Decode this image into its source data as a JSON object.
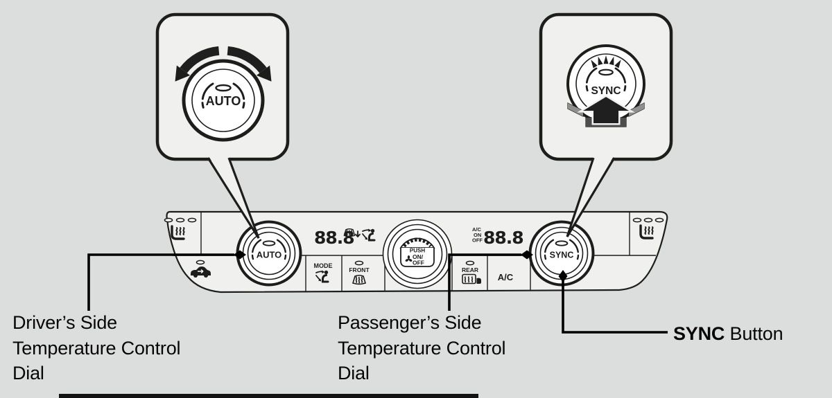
{
  "colors": {
    "background": "#dcdddd",
    "surface": "#f0f0ee",
    "line": "#1d1d1b",
    "arrow_gray": "#8f8f8f",
    "pedestal_gray": "#4d4d4d"
  },
  "callouts": {
    "driver": {
      "lines": [
        "Driver’s Side",
        "Temperature Control",
        "Dial"
      ]
    },
    "passenger": {
      "lines": [
        "Passenger’s Side",
        "Temperature Control",
        "Dial"
      ]
    },
    "sync": {
      "bold": "SYNC",
      "regular": " Button"
    }
  },
  "insets": {
    "auto_dial": {
      "label": "AUTO"
    },
    "sync_button": {
      "label": "SYNC"
    }
  },
  "panel": {
    "driver_dial_label": "AUTO",
    "passenger_dial_label": "SYNC",
    "fan": {
      "push": "PUSH",
      "on": "ON/",
      "off": "OFF"
    },
    "buttons": {
      "mode": "MODE",
      "front": "FRONT",
      "rear": "REAR",
      "ac": "A/C"
    },
    "left_display": {
      "temp": "88.8"
    },
    "right_display": {
      "ac": "A/C",
      "on": "ON",
      "off": "OFF",
      "temp": "88.8"
    }
  },
  "icons": [
    "rotate-dial-arrows",
    "press-button-arrow",
    "seat-heater",
    "indicator-lamp",
    "recirculation",
    "front-defrost",
    "rear-defrost",
    "airflow-mode",
    "fan",
    "temperature-display"
  ]
}
